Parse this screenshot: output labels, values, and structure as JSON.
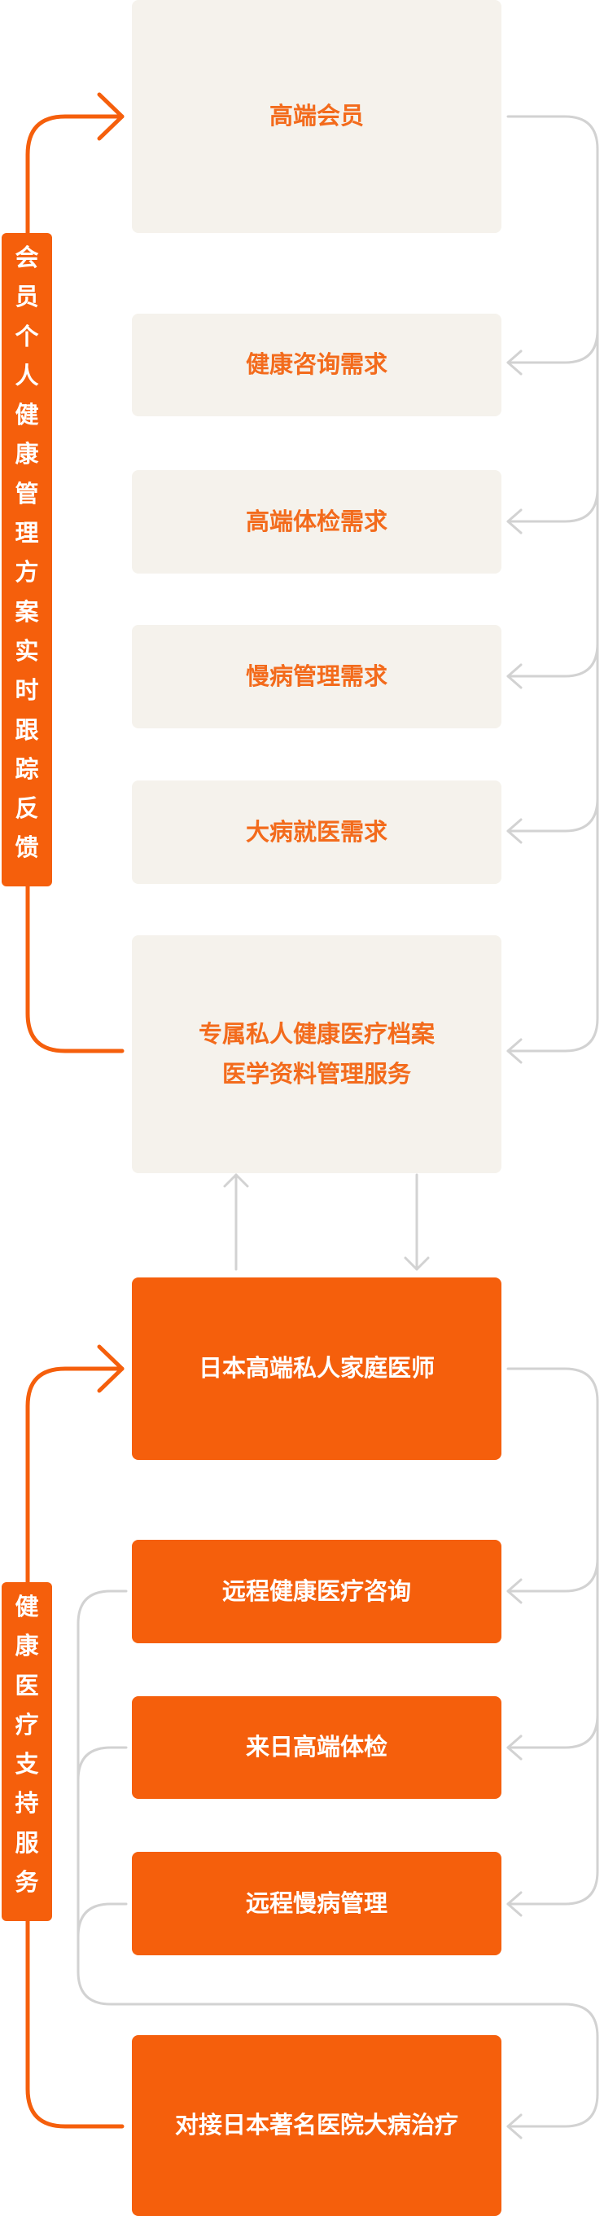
{
  "section1": {
    "label_chars": [
      "会",
      "员",
      "个",
      "人",
      "健",
      "康",
      "管",
      "理",
      "方",
      "案",
      "实",
      "时",
      "跟",
      "踪",
      "反",
      "馈"
    ],
    "boxes": [
      {
        "text": "高端会员"
      },
      {
        "text": "健康咨询需求"
      },
      {
        "text": "高端体检需求"
      },
      {
        "text": "慢病管理需求"
      },
      {
        "text": "大病就医需求"
      },
      {
        "line1": "专属私人健康医疗档案",
        "line2": "医学资料管理服务"
      }
    ]
  },
  "section2": {
    "label_chars": [
      "健",
      "康",
      "医",
      "疗",
      "支",
      "持",
      "服",
      "务"
    ],
    "boxes": [
      {
        "text": "日本高端私人家庭医师"
      },
      {
        "text": "远程健康医疗咨询"
      },
      {
        "text": "来日高端体检"
      },
      {
        "text": "远程慢病管理"
      },
      {
        "text": "对接日本著名医院大病治疗"
      }
    ]
  },
  "colors": {
    "orange": "#f55f0c",
    "beige": "#f5f2ec",
    "connector_gray": "#d2d2d2",
    "beige_text": "#f36b1c"
  }
}
